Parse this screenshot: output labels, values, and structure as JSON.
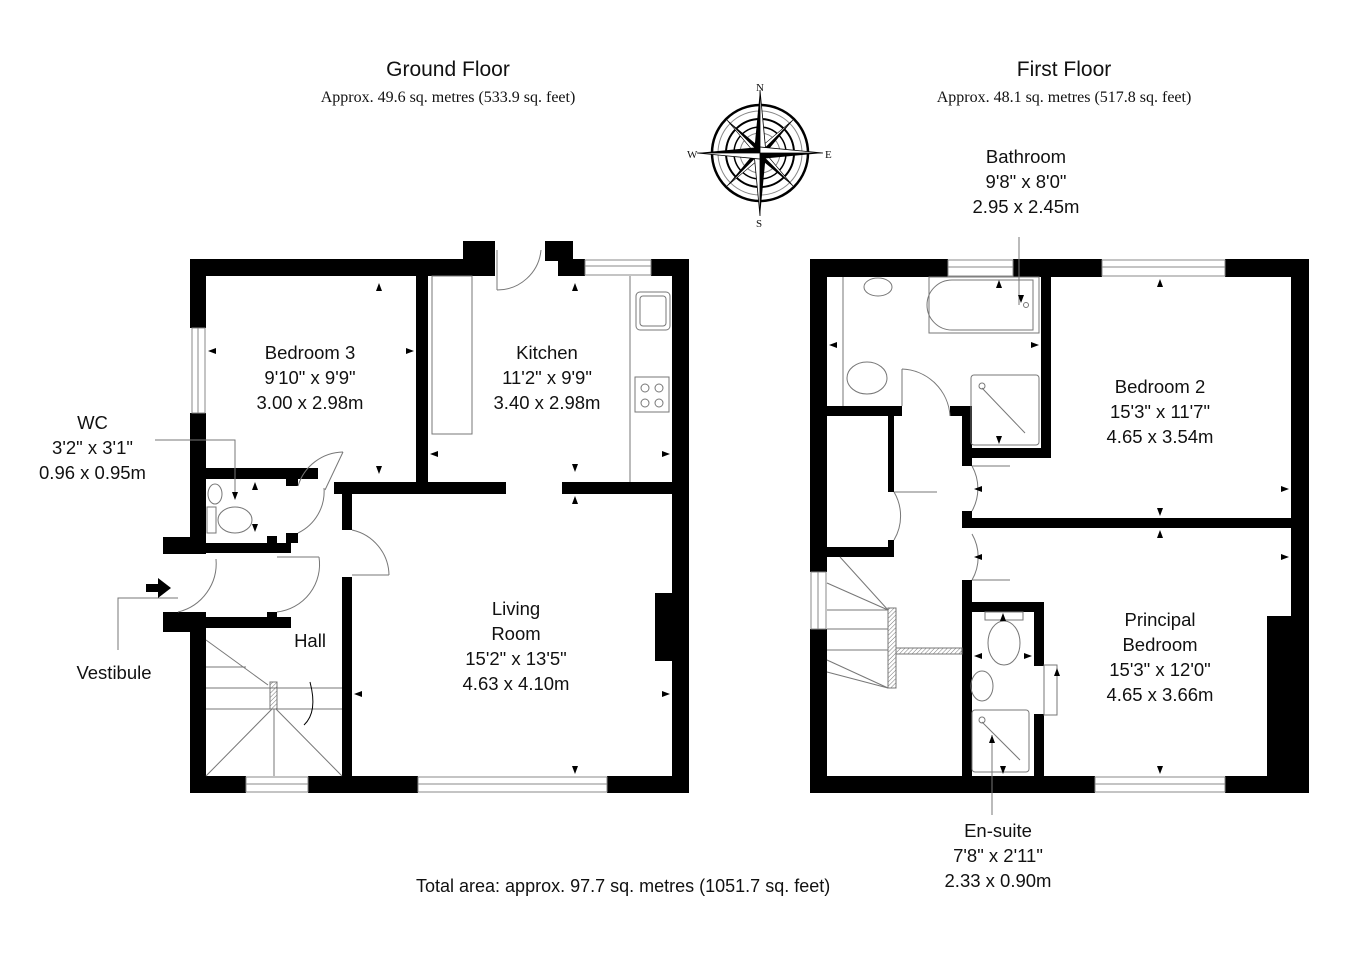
{
  "ground_floor": {
    "title": "Ground Floor",
    "area": "Approx. 49.6 sq. metres (533.9 sq. feet)",
    "rooms": {
      "bedroom3": {
        "name": "Bedroom 3",
        "imperial": "9'10\" x 9'9\"",
        "metric": "3.00 x 2.98m"
      },
      "kitchen": {
        "name": "Kitchen",
        "imperial": "11'2\" x 9'9\"",
        "metric": "3.40 x 2.98m"
      },
      "wc": {
        "name": "WC",
        "imperial": "3'2\" x 3'1\"",
        "metric": "0.96 x 0.95m"
      },
      "living_room": {
        "name_line1": "Living",
        "name_line2": "Room",
        "imperial": "15'2\" x 13'5\"",
        "metric": "4.63 x 4.10m"
      },
      "hall": {
        "name": "Hall"
      },
      "vestibule": {
        "name": "Vestibule"
      }
    }
  },
  "first_floor": {
    "title": "First Floor",
    "area": "Approx. 48.1 sq. metres (517.8 sq. feet)",
    "rooms": {
      "bathroom": {
        "name": "Bathroom",
        "imperial": "9'8\" x 8'0\"",
        "metric": "2.95 x 2.45m"
      },
      "bedroom2": {
        "name": "Bedroom 2",
        "imperial": "15'3\" x 11'7\"",
        "metric": "4.65 x 3.54m"
      },
      "principal_bedroom": {
        "name_line1": "Principal",
        "name_line2": "Bedroom",
        "imperial": "15'3\" x 12'0\"",
        "metric": "4.65 x 3.66m"
      },
      "ensuite": {
        "name": "En-suite",
        "imperial": "7'8\" x 2'11\"",
        "metric": "2.33 x 0.90m"
      }
    }
  },
  "compass": {
    "icon": "compass-rose-icon",
    "n": "N",
    "s": "S",
    "e": "E",
    "w": "W"
  },
  "total_area": "Total area: approx. 97.7 sq. metres (1051.7 sq. feet)",
  "colors": {
    "wall": "#000000",
    "fixture": "#888888",
    "background": "#ffffff"
  }
}
